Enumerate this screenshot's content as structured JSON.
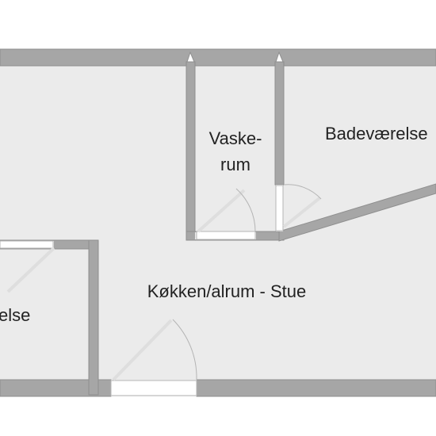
{
  "floor_plan": {
    "colors": {
      "floor": "#ebebeb",
      "wall": "#a6a6a6",
      "wall_outline": "#8f8f8f",
      "door_leaf": "#dedede",
      "door_arc": "#b4b4b4",
      "background": "#ffffff",
      "label": "#222222"
    },
    "rooms": {
      "laundry_line1": "Vaske-",
      "laundry_line2": "rum",
      "bathroom": "Badeværelse",
      "kitchen_living": "Køkken/alrum - Stue",
      "bedroom_partial": "else"
    }
  }
}
